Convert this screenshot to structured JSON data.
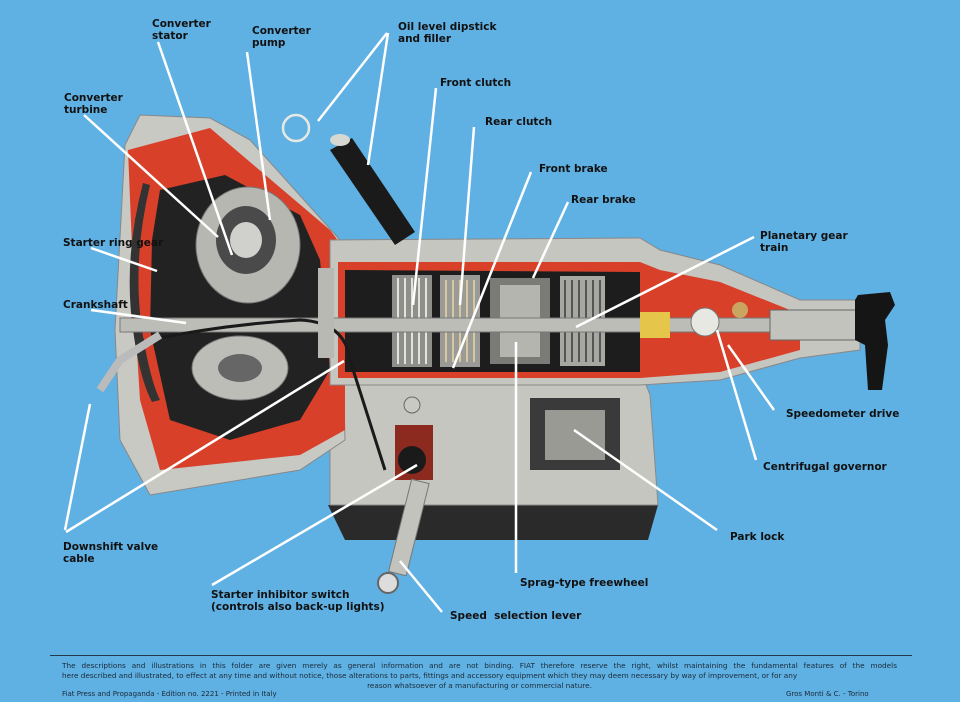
{
  "labels": {
    "converter_stator": "Converter\nstator",
    "converter_pump": "Converter\npump",
    "oil_dipstick": "Oil level dipstick\nand filler",
    "front_clutch": "Front clutch",
    "rear_clutch": "Rear clutch",
    "front_brake": "Front brake",
    "rear_brake": "Rear brake",
    "converter_turbine": "Converter\nturbine",
    "planetary_gear_train": "Planetary gear\ntrain",
    "starter_ring_gear": "Starter ring gear",
    "crankshaft": "Crankshaft",
    "speedometer_drive": "Speedometer drive",
    "centrifugal_governor": "Centrifugal governor",
    "park_lock": "Park lock",
    "downshift_valve_cable": "Downshift valve\ncable",
    "sprag_freewheel": "Sprag-type freewheel",
    "starter_inhibitor_switch": "Starter inhibitor switch\n(controls also back-up lights)",
    "speed_selection_lever": "Speed  selection lever"
  },
  "footer": {
    "disclaimer_line1": "The descriptions and illustrations in this folder are given merely as general information and are not binding. FIAT therefore reserve the right, whilst maintaining the fundamental features of the models",
    "disclaimer_line2": "here described and illustrated, to effect at any time and without notice, those alterations to parts, fittings and accessory equipment which they may deem necessary by way of improvement, or for any",
    "disclaimer_line3": "reason whatsoever of a manufacturing or commercial nature.",
    "edition": "Fiat Press and Propaganda - Edition no. 2221 - Printed in Italy",
    "printer": "Gros Monti & C. - Torino"
  },
  "colors": {
    "background": "#5fb0e3",
    "casing": "#c9c9c4",
    "cutaway_red": "#d8402a",
    "leader_lines": "#ffffff"
  }
}
